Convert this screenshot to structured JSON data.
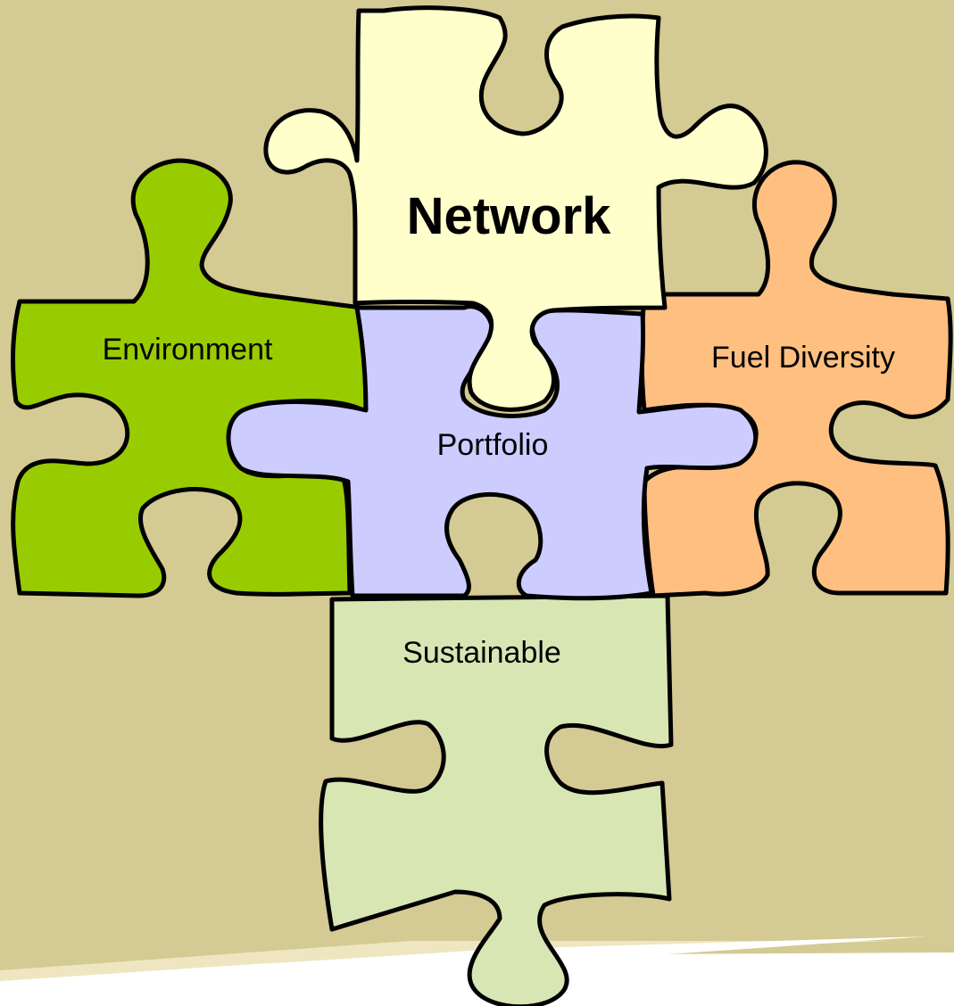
{
  "pieces": {
    "network": {
      "label": "Network",
      "color": "#FFFFCC"
    },
    "environment": {
      "label": "Environment",
      "color": "#99CC00"
    },
    "portfolio": {
      "label": "Portfolio",
      "color": "#CCCCFF"
    },
    "fuel_diversity": {
      "label": "Fuel Diversity",
      "color": "#FFBF80"
    },
    "sustainable": {
      "label": "Sustainable",
      "color": "#D8E6B4"
    }
  },
  "background": {
    "color": "#D4CA93"
  }
}
